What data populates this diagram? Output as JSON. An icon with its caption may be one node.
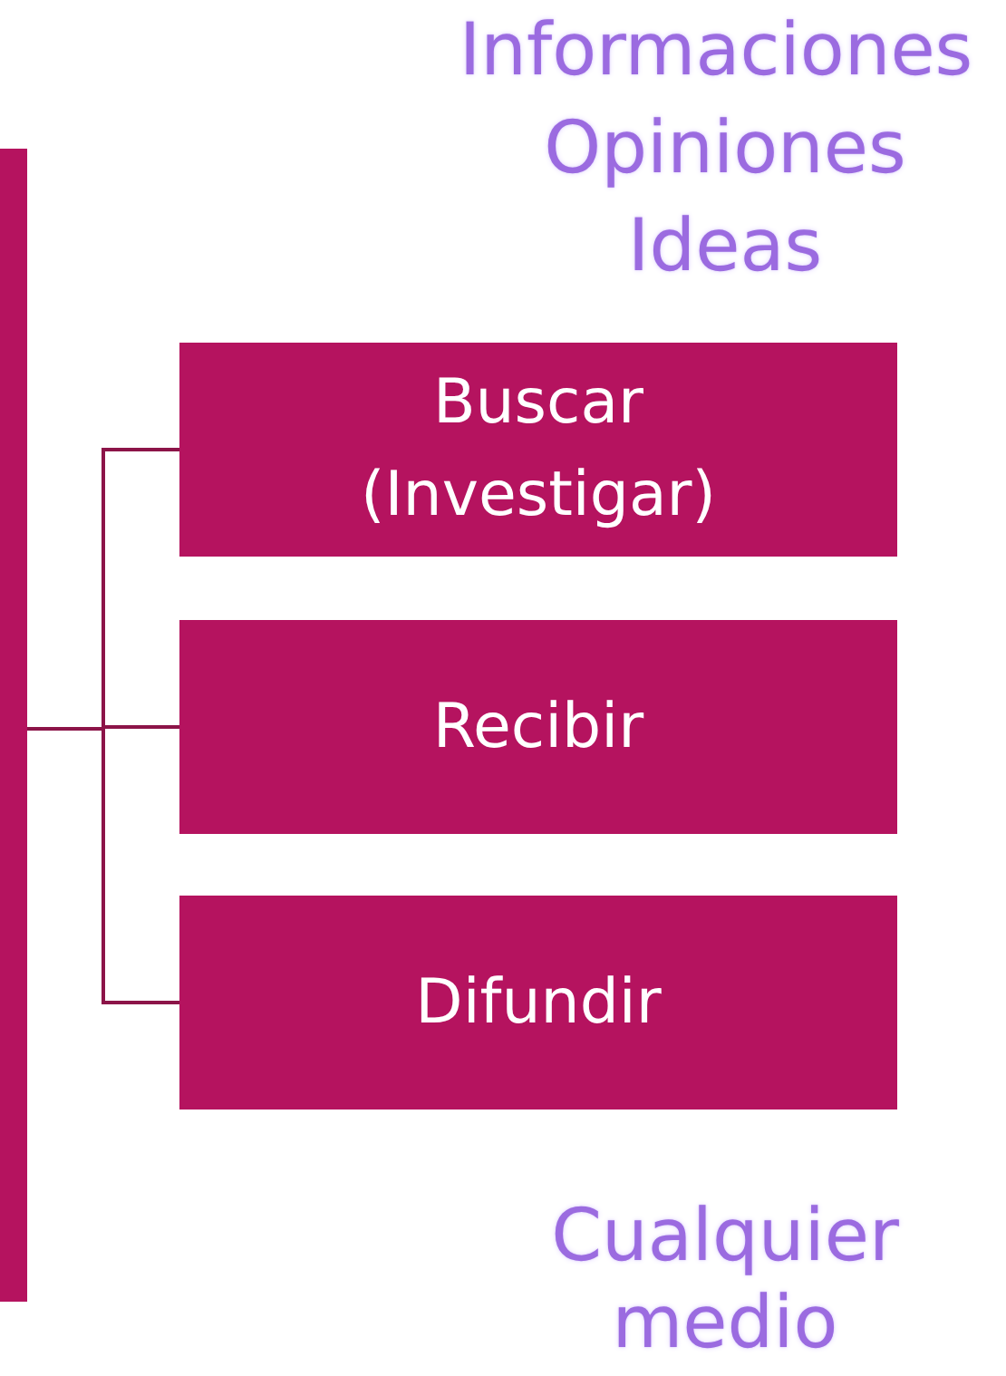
{
  "diagram": {
    "nodes": [
      {
        "text": [],
        "shape": "bar"
      },
      {
        "text": [
          "Buscar (Investigar)"
        ]
      },
      {
        "text": [
          "Recibir"
        ]
      },
      {
        "text": [
          "Difundir"
        ]
      }
    ],
    "edges": [
      {
        "from": 0,
        "to": 1,
        "arrow": "none"
      },
      {
        "from": 0,
        "to": 2,
        "arrow": "none"
      },
      {
        "from": 0,
        "to": 3,
        "arrow": "none"
      }
    ],
    "labels": [
      "Informaciones",
      "Opiniones",
      "Ideas",
      "Cualquier medio"
    ]
  }
}
